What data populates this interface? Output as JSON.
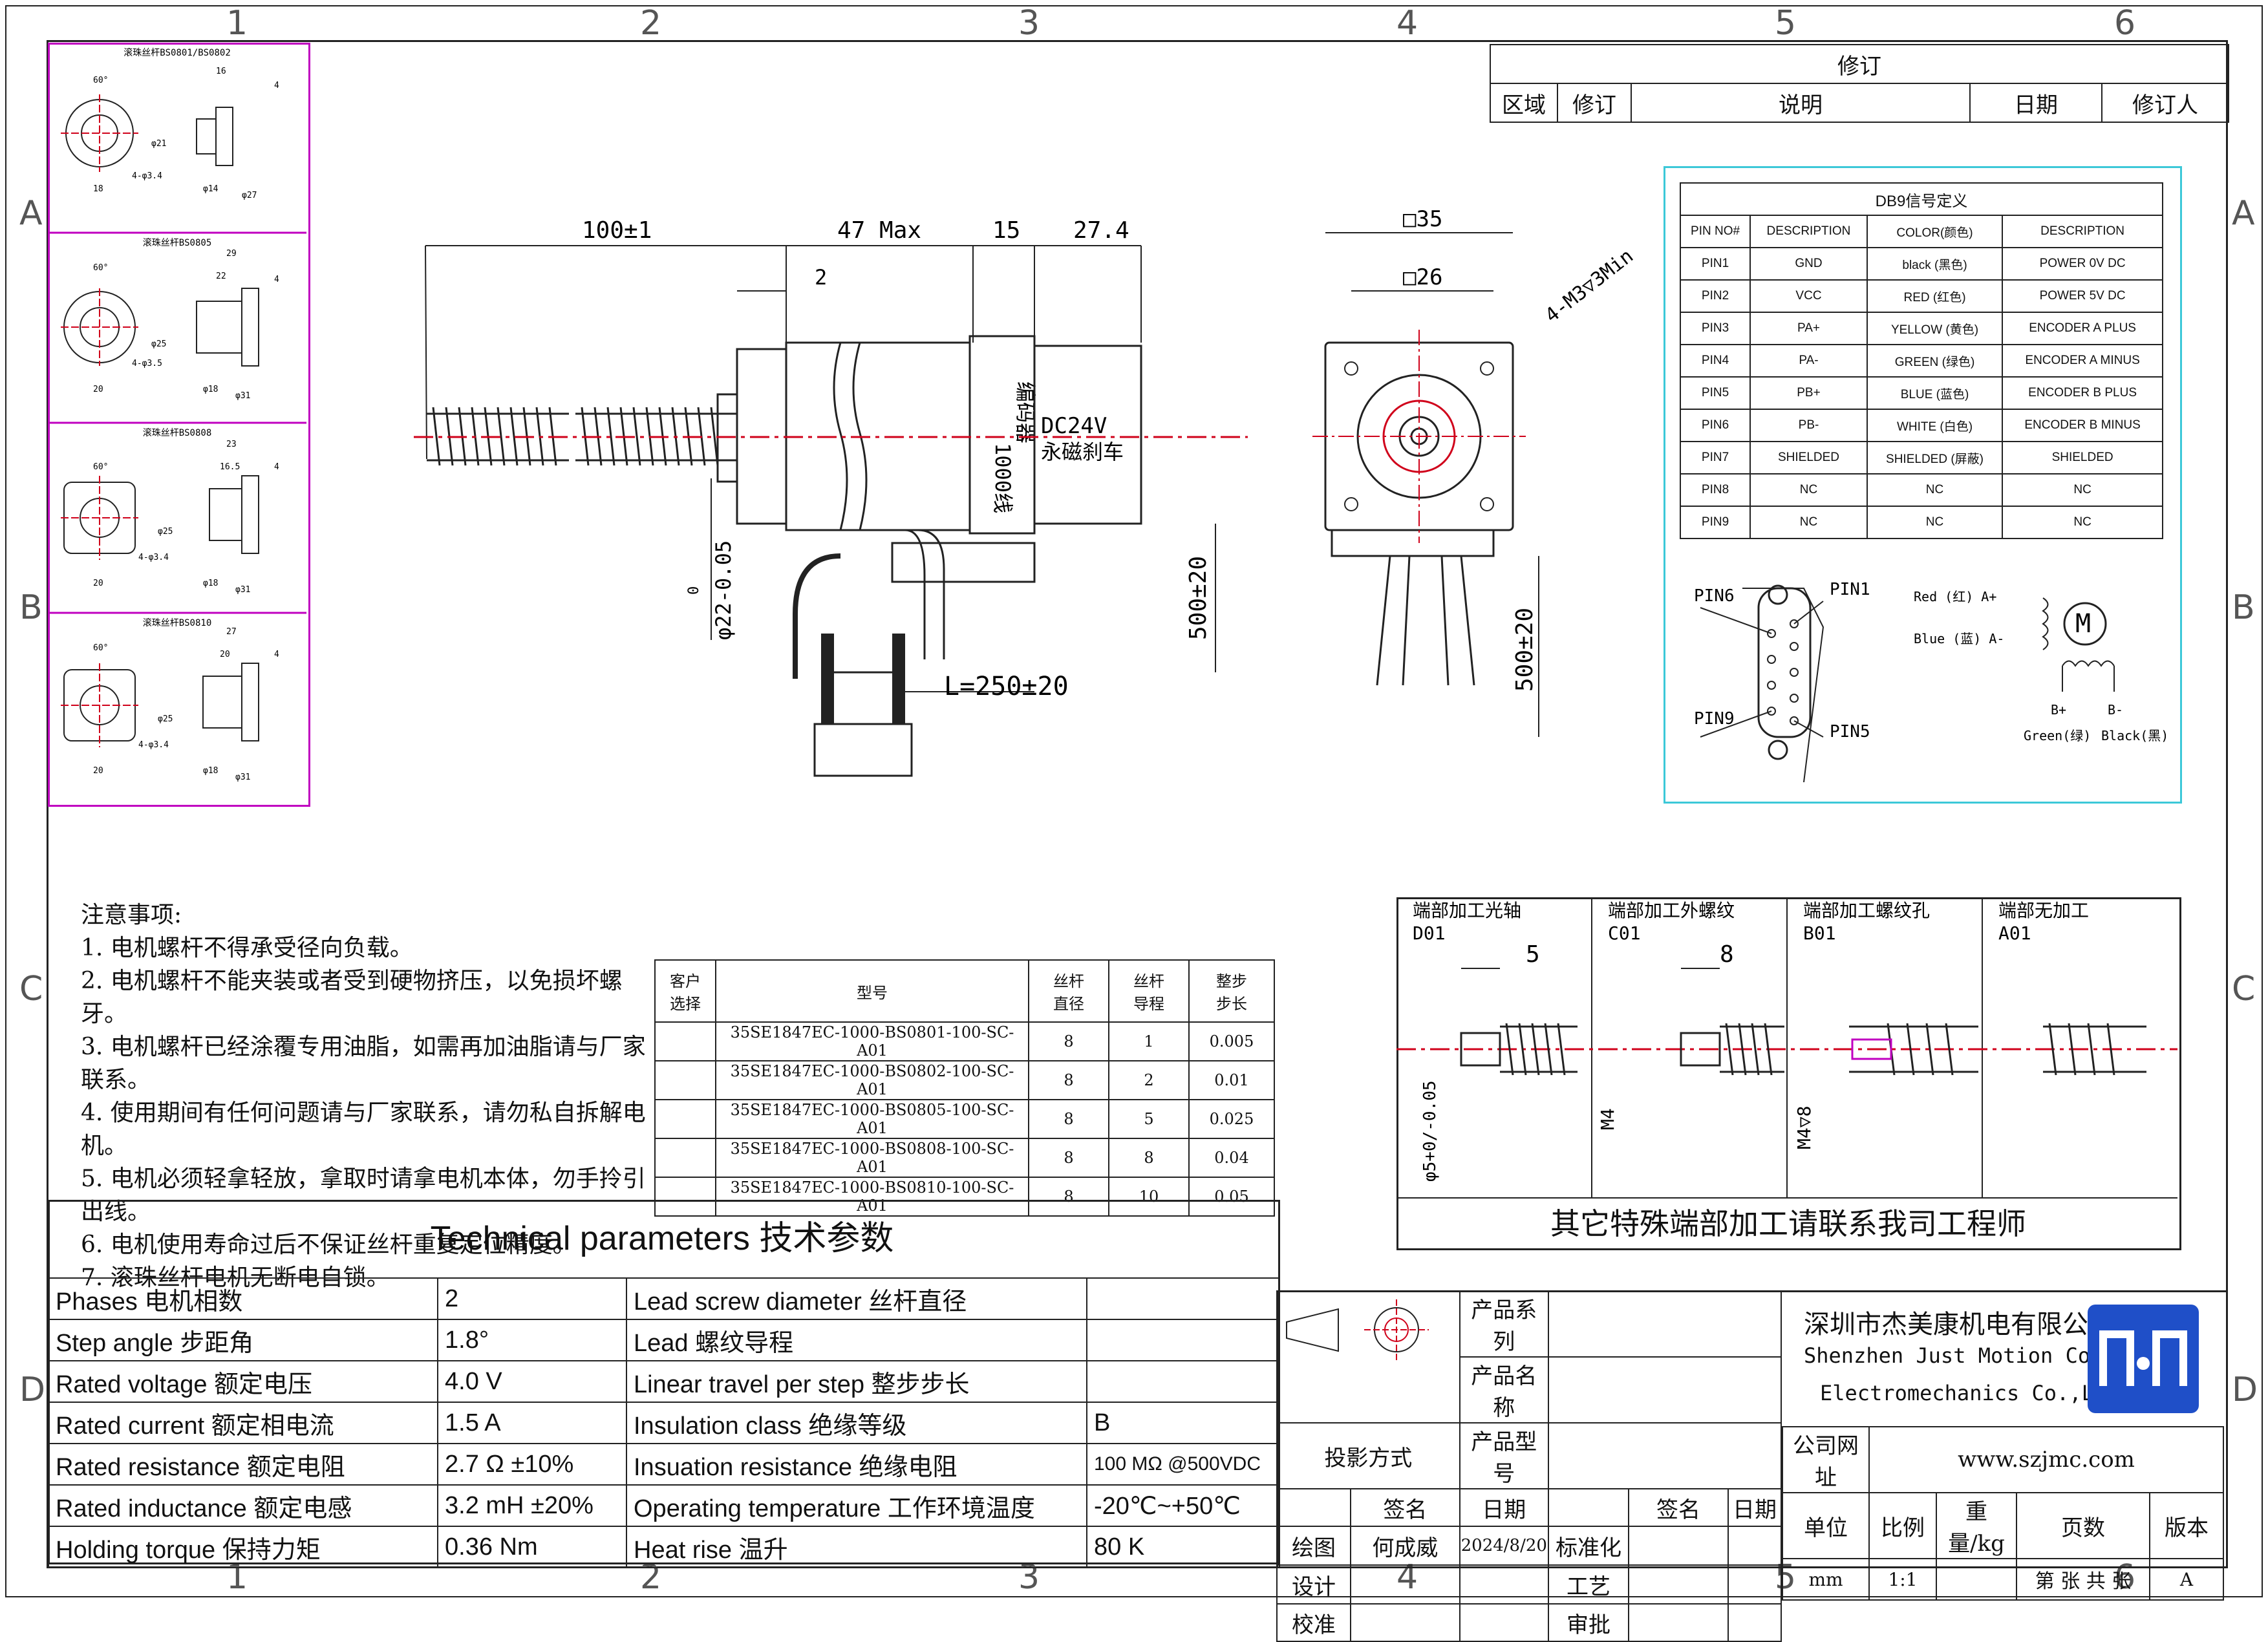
{
  "zones": {
    "columns": [
      "1",
      "2",
      "3",
      "4",
      "5",
      "6"
    ],
    "rows": [
      "A",
      "B",
      "C",
      "D"
    ]
  },
  "revision": {
    "title": "修订",
    "headers": [
      "区域",
      "修订",
      "说明",
      "日期",
      "修订人"
    ]
  },
  "ballscrew_variants": [
    {
      "title": "滚珠丝杆BS0801/BS0802",
      "angle": "60°",
      "dims": [
        "16",
        "4",
        "φ21",
        "4-φ3.4",
        "18",
        "φ14",
        "φ27"
      ]
    },
    {
      "title": "滚珠丝杆BS0805",
      "angle": "60°",
      "dims": [
        "29",
        "22",
        "4",
        "φ25",
        "4-φ3.5",
        "20",
        "φ18",
        "φ31"
      ]
    },
    {
      "title": "滚珠丝杆BS0808",
      "angle": "60°",
      "dims": [
        "23",
        "16.5",
        "4",
        "φ25",
        "4-φ3.4",
        "20",
        "φ18",
        "φ31"
      ]
    },
    {
      "title": "滚珠丝杆BS0810",
      "angle": "60°",
      "dims": [
        "27",
        "20",
        "4",
        "φ25",
        "4-φ3.4",
        "20",
        "φ18",
        "φ31"
      ]
    }
  ],
  "side_view": {
    "dim_screw": "100±1",
    "dim_motor": "47 Max",
    "dim_encoder": "15",
    "dim_brake": "27.4",
    "dim_flange": "2",
    "dim_shaft": "φ22-0.05",
    "dim_shaft_tol": "0",
    "dim_lead": "500±20",
    "encoder_label": "编码器",
    "encoder_lines": "1000线",
    "brake_voltage": "DC24V",
    "brake_label": "永磁刹车",
    "cable_len": "L=250±20"
  },
  "front_view": {
    "dim_outer": "□35",
    "dim_inner": "□26",
    "holes": "4-M3▽3Min",
    "dim_lead": "500±20"
  },
  "db9": {
    "title": "DB9信号定义",
    "headers": [
      "PIN NO#",
      "DESCRIPTION",
      "COLOR(颜色)",
      "DESCRIPTION"
    ],
    "rows": [
      [
        "PIN1",
        "GND",
        "black (黑色)",
        "POWER 0V DC"
      ],
      [
        "PIN2",
        "VCC",
        "RED (红色)",
        "POWER 5V DC"
      ],
      [
        "PIN3",
        "PA+",
        "YELLOW (黄色)",
        "ENCODER A PLUS"
      ],
      [
        "PIN4",
        "PA-",
        "GREEN (绿色)",
        "ENCODER A MINUS"
      ],
      [
        "PIN5",
        "PB+",
        "BLUE (蓝色)",
        "ENCODER B PLUS"
      ],
      [
        "PIN6",
        "PB-",
        "WHITE (白色)",
        "ENCODER B MINUS"
      ],
      [
        "PIN7",
        "SHIELDED",
        "SHIELDED (屏蔽)",
        "SHIELDED"
      ],
      [
        "PIN8",
        "NC",
        "NC",
        "NC"
      ],
      [
        "PIN9",
        "NC",
        "NC",
        "NC"
      ]
    ],
    "pin_labels": [
      "PIN6",
      "PIN1",
      "PIN9",
      "PIN5"
    ],
    "wiring": {
      "red": "Red (红) A+",
      "blue": "Blue (蓝) A-",
      "motor": "M",
      "b_plus": "B+",
      "b_minus": "B-",
      "green": "Green(绿)",
      "black": "Black(黑)"
    }
  },
  "notes": {
    "heading": "注意事项:",
    "items": [
      "1. 电机螺杆不得承受径向负载。",
      "2. 电机螺杆不能夹装或者受到硬物挤压，以免损坏螺牙。",
      "3. 电机螺杆已经涂覆专用油脂，如需再加油脂请与厂家联系。",
      "4. 使用期间有任何问题请与厂家联系，请勿私自拆解电机。",
      "5. 电机必须轻拿轻放，拿取时请拿电机本体，勿手拎引出线。",
      "6. 电机使用寿命过后不保证丝杆重复定位精度。",
      "7. 滚珠丝杆电机无断电自锁。"
    ]
  },
  "models": {
    "headers": [
      "客户\n选择",
      "型号",
      "丝杆\n直径",
      "丝杆\n导程",
      "整步\n步长"
    ],
    "rows": [
      [
        "",
        "35SE1847EC-1000-BS0801-100-SC-A01",
        "8",
        "1",
        "0.005"
      ],
      [
        "",
        "35SE1847EC-1000-BS0802-100-SC-A01",
        "8",
        "2",
        "0.01"
      ],
      [
        "",
        "35SE1847EC-1000-BS0805-100-SC-A01",
        "8",
        "5",
        "0.025"
      ],
      [
        "",
        "35SE1847EC-1000-BS0808-100-SC-A01",
        "8",
        "8",
        "0.04"
      ],
      [
        "",
        "35SE1847EC-1000-BS0810-100-SC-A01",
        "8",
        "10",
        "0.05"
      ]
    ]
  },
  "end_machining": {
    "panels": [
      {
        "title": "端部加工光轴",
        "code": "D01",
        "dim": "5",
        "side": "φ5+0/-0.05"
      },
      {
        "title": "端部加工外螺纹",
        "code": "C01",
        "dim": "8",
        "side": "M4"
      },
      {
        "title": "端部加工螺纹孔",
        "code": "B01",
        "dim": "",
        "side": "M4▽8"
      },
      {
        "title": "端部无加工",
        "code": "A01",
        "dim": "",
        "side": ""
      }
    ],
    "footer": "其它特殊端部加工请联系我司工程师"
  },
  "tech": {
    "title": "Technical parameters 技术参数",
    "rows": [
      [
        "Phases 电机相数",
        "2",
        "Lead screw diameter 丝杆直径",
        ""
      ],
      [
        "Step angle 步距角",
        "1.8°",
        "Lead 螺纹导程",
        ""
      ],
      [
        "Rated voltage 额定电压",
        "4.0 V",
        "Linear travel per step 整步步长",
        ""
      ],
      [
        "Rated current 额定相电流",
        "1.5 A",
        "Insulation class 绝缘等级",
        "B"
      ],
      [
        "Rated resistance 额定电阻",
        "2.7 Ω  ±10%",
        "Insuation resistance 绝缘电阻",
        "100 MΩ @500VDC"
      ],
      [
        "Rated inductance 额定电感",
        "3.2 mH ±20%",
        "Operating temperature 工作环境温度",
        "-20℃~+50℃"
      ],
      [
        "Holding torque 保持力矩",
        "0.36 Nm",
        "Heat rise 温升",
        "80 K"
      ]
    ]
  },
  "title_block": {
    "product_series": "产品系列",
    "product_name": "产品名称",
    "product_model": "产品型号",
    "projection": "投影方式",
    "sign": "签名",
    "date": "日期",
    "draw": "绘图",
    "drawer": "何成威",
    "draw_date": "2024/8/20",
    "standard": "标准化",
    "design": "设计",
    "process": "工艺",
    "check": "校准",
    "approve": "审批",
    "company_cn": "深圳市杰美康机电有限公司",
    "company_en1": "Shenzhen Just Motion Control",
    "company_en2": "Electromechanics Co.,LTD",
    "website_label": "公司网址",
    "website": "www.szjmc.com",
    "unit": "单位",
    "scale": "比例",
    "weight": "重量/kg",
    "pages": "页数",
    "version": "版本",
    "unit_val": "mm",
    "scale_val": "1:1",
    "pages_val": "第 张 共 张",
    "version_val": "A"
  },
  "colors": {
    "centerline": "#d0021b",
    "ballscrew_border": "#c000c0",
    "db9_border": "#3cc8d8",
    "logo": "#1f4fc8"
  }
}
